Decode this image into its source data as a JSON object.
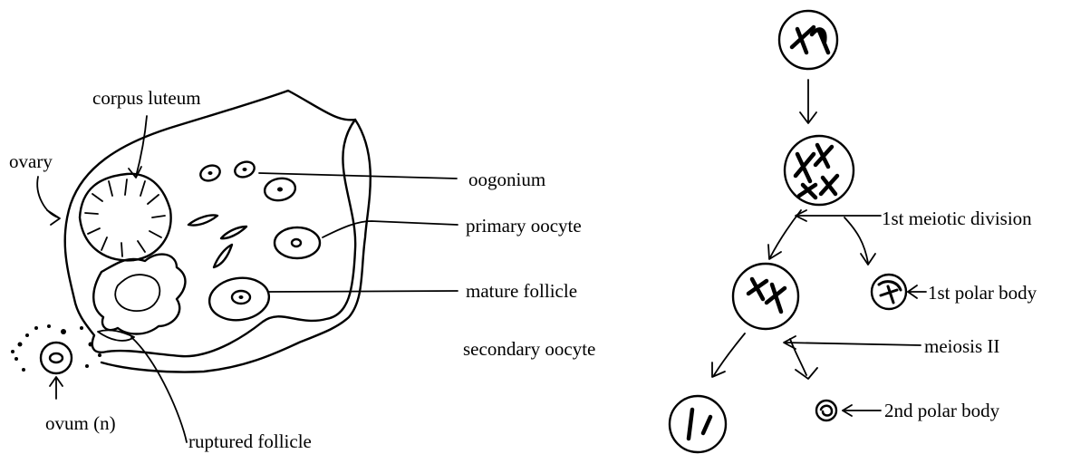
{
  "ovary_diagram": {
    "labels": {
      "corpus_luteum": "corpus luteum",
      "ovary": "ovary",
      "oogonium": "oogonium",
      "primary_oocyte": "primary oocyte",
      "mature_follicle": "mature follicle",
      "secondary_oocyte": "secondary oocyte",
      "ovum": "ovum (n)",
      "ruptured_follicle": "ruptured follicle"
    }
  },
  "meiosis_diagram": {
    "labels": {
      "first_meiotic_division": "1st meiotic division",
      "first_polar_body": "1st polar body",
      "meiosis_two": "meiosis II",
      "second_polar_body": "2nd polar body"
    }
  }
}
